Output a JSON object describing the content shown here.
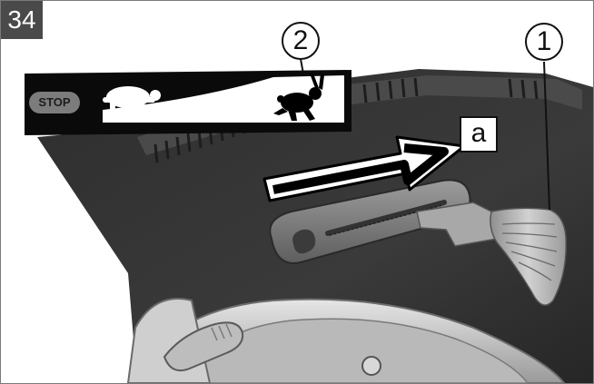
{
  "figure": {
    "number": "34",
    "callouts": {
      "one": "1",
      "two": "2",
      "a": "a"
    },
    "panel": {
      "stop_label": "STOP"
    }
  }
}
